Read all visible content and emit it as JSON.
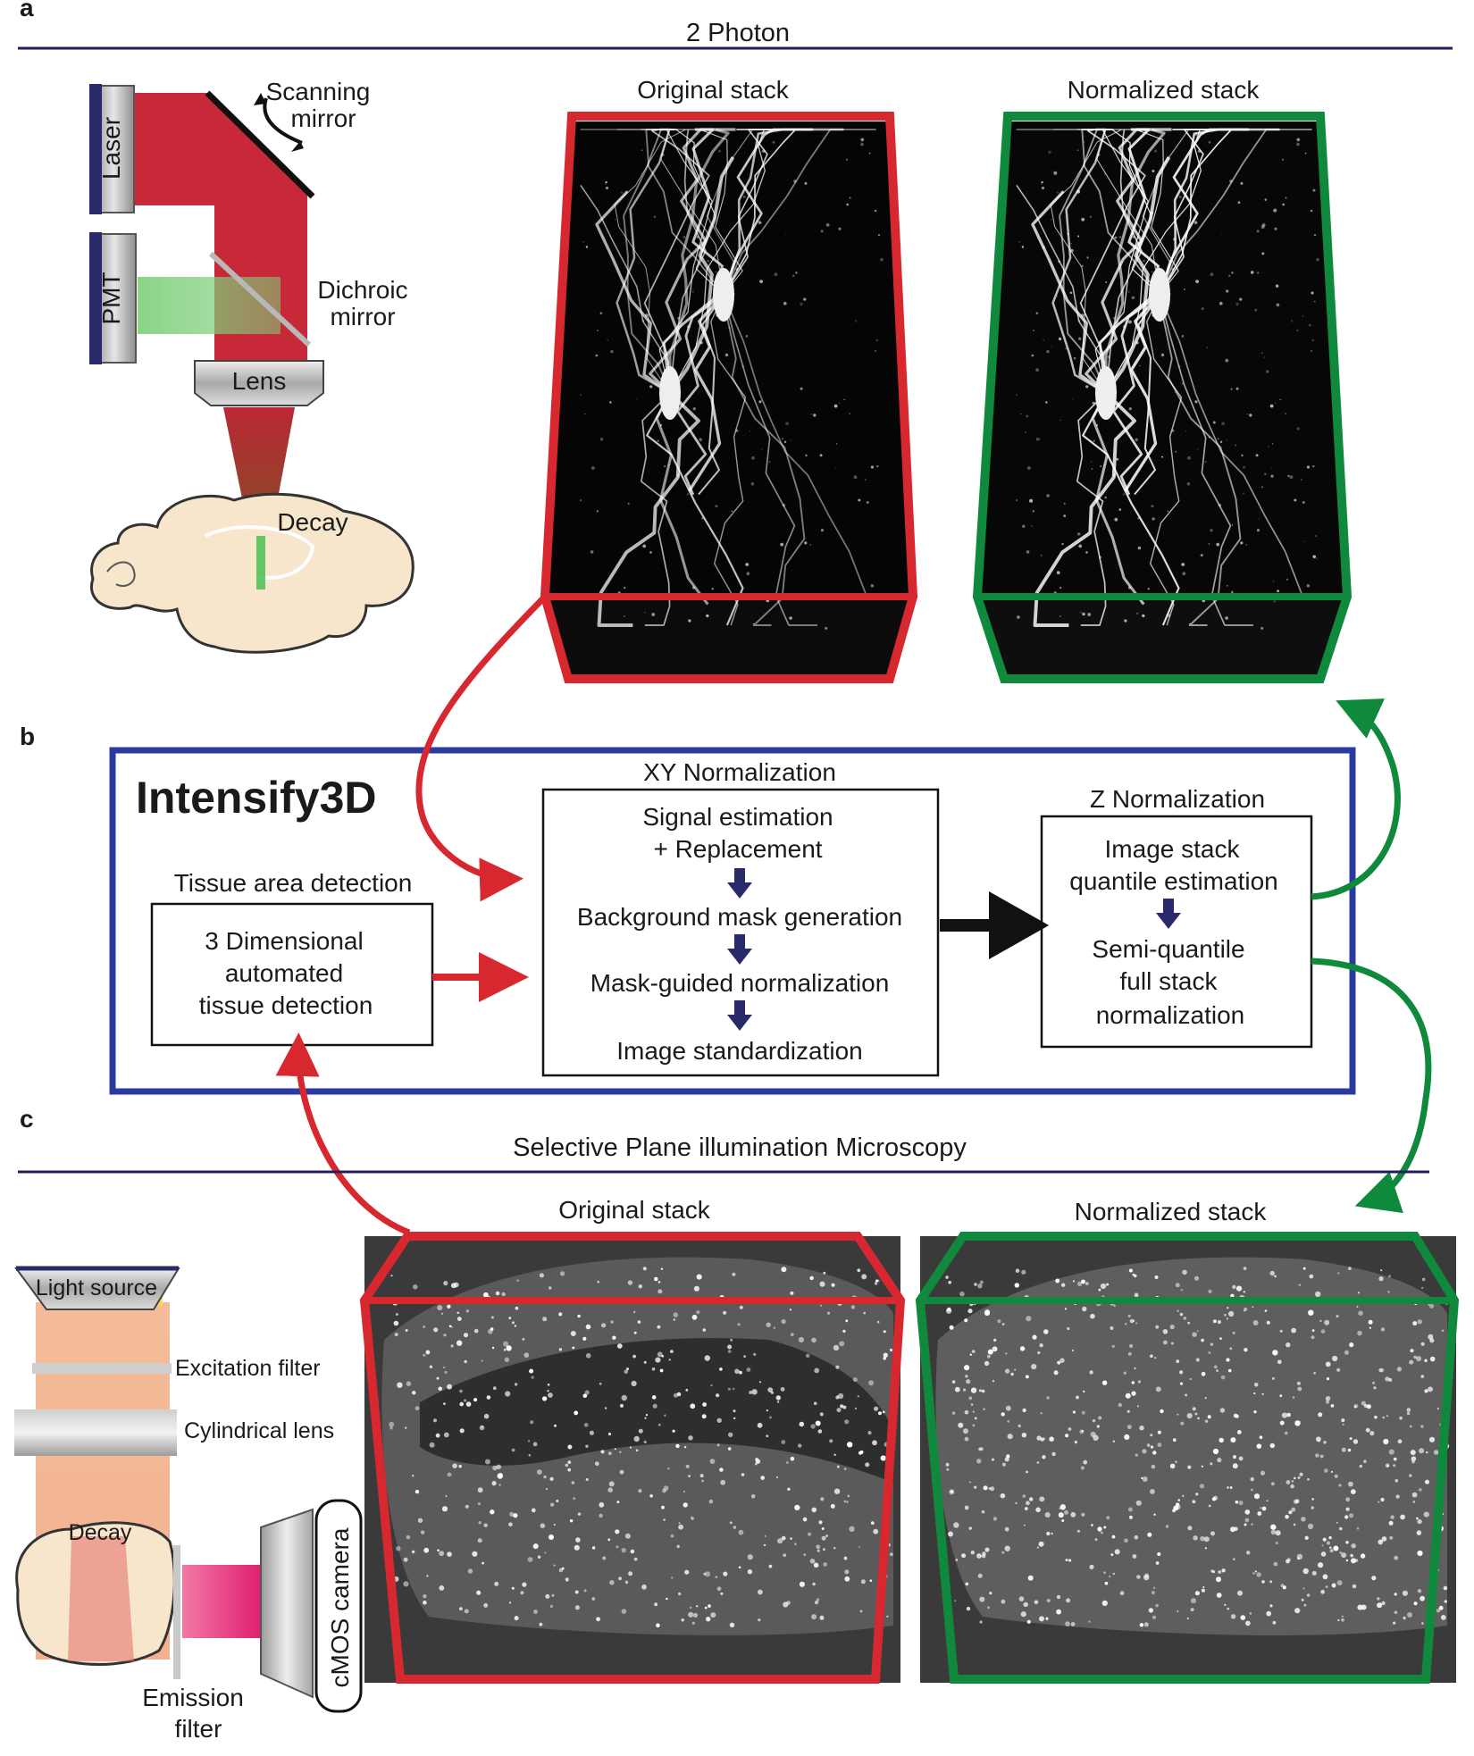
{
  "panels": {
    "a": {
      "letter": "a",
      "title": "2 Photon",
      "schematic": {
        "laser": "Laser",
        "scanning_mirror": [
          "Scanning",
          "mirror"
        ],
        "pmt": "PMT",
        "dichroic_mirror": [
          "Dichroic",
          "mirror"
        ],
        "lens": "Lens",
        "sample": "Decay"
      },
      "original_stack": "Original stack",
      "normalized_stack": "Normalized stack"
    },
    "b": {
      "letter": "b",
      "brand": "Intensify3D",
      "tissue_group": {
        "title": "Tissue area detection",
        "lines": [
          "3 Dimensional",
          "automated",
          "tissue detection"
        ]
      },
      "xy_group": {
        "title": "XY Normalization",
        "steps": [
          "Signal estimation",
          "+ Replacement",
          "Background mask generation",
          "Mask-guided normalization",
          "Image standardization"
        ]
      },
      "z_group": {
        "title": "Z Normalization",
        "steps": [
          "Image stack",
          "quantile estimation",
          "Semi-quantile",
          "full stack",
          "normalization"
        ]
      }
    },
    "c": {
      "letter": "c",
      "title": "Selective Plane illumination Microscopy",
      "schematic": {
        "light_source": "Light source",
        "excitation_filter": "Excitation filter",
        "cylindrical_lens": "Cylindrical lens",
        "sample": "Decay",
        "camera": "cMOS camera",
        "emission_filter": [
          "Emission",
          "filter"
        ]
      },
      "original_stack": "Original stack",
      "normalized_stack": "Normalized stack"
    }
  },
  "colors": {
    "original": "#d7282f",
    "normalized": "#0f8a3c",
    "box_frame": "#2b3a9e",
    "step_arrow": "#2a2a6a",
    "rule": "#1f1f5a"
  }
}
